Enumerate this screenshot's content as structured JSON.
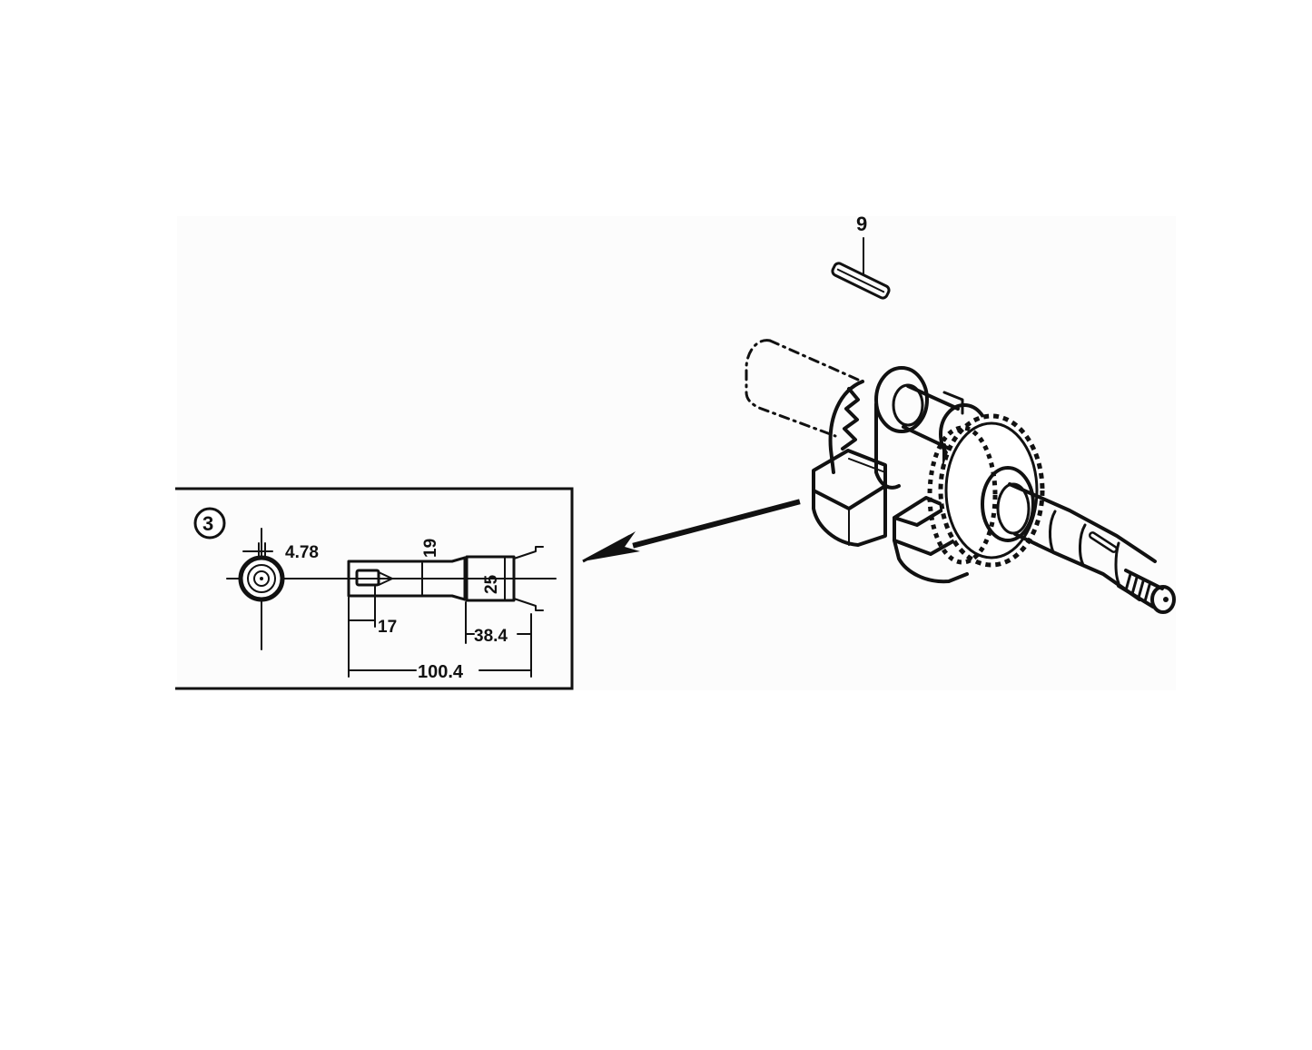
{
  "diagram": {
    "type": "exploded parts drawing",
    "subject": "crankshaft assembly",
    "callouts": [
      {
        "id": "part-9",
        "label": "9",
        "part": "key"
      }
    ],
    "detail_view": {
      "marker": "3",
      "dimensions": {
        "key_width": "4.78",
        "shaft_diameter_small": "19",
        "shaft_diameter_large": "25",
        "keyway_length": "17",
        "shoulder_length": "38.4",
        "overall_length": "100.4"
      }
    },
    "colors": {
      "ink": "#111111",
      "paper": "#fcfcfc",
      "background": "#ffffff"
    }
  }
}
